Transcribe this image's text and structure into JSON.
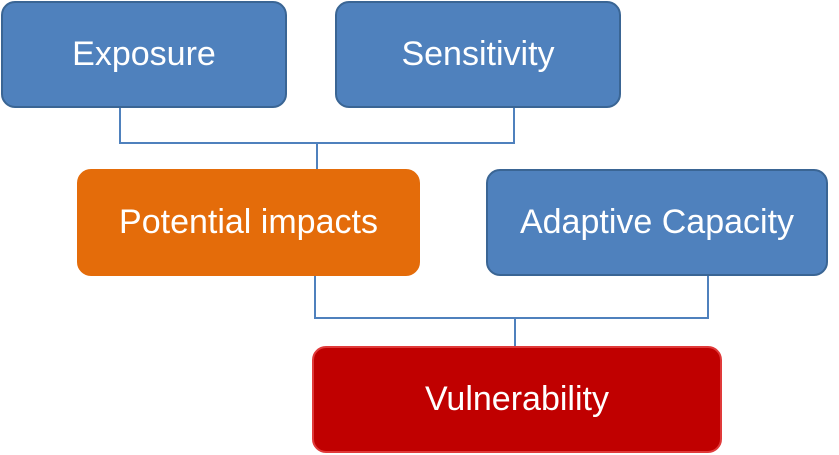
{
  "nodes": {
    "exposure": "Exposure",
    "sensitivity": "Sensitivity",
    "potential_impacts": "Potential impacts",
    "adaptive_capacity": "Adaptive Capacity",
    "vulnerability": "Vulnerability"
  },
  "colors": {
    "blue": "#4f81bd",
    "orange": "#e46c0a",
    "red": "#c00000",
    "connector": "#4f81bd"
  }
}
